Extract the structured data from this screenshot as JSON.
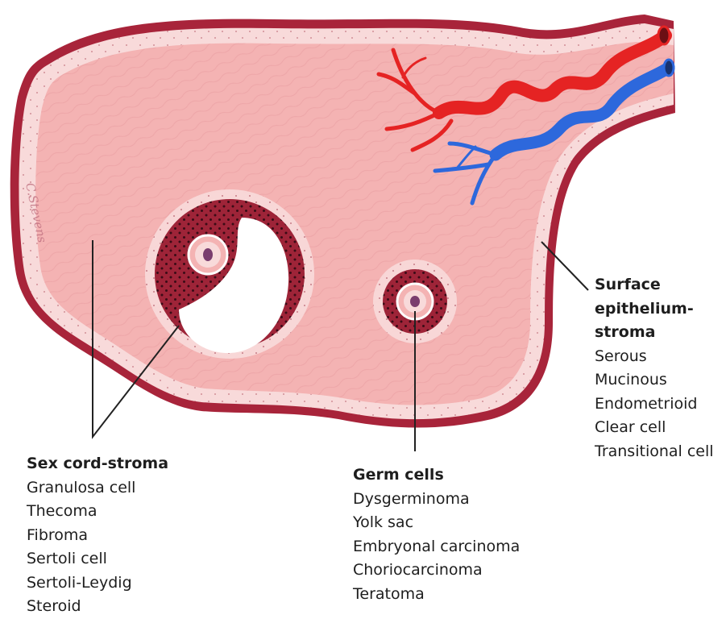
{
  "groups": {
    "sex_cord": {
      "heading": "Sex cord-stroma",
      "items": [
        "Granulosa cell",
        "Thecoma",
        "Fibroma",
        "Sertoli cell",
        "Sertoli-Leydig",
        "Steroid"
      ]
    },
    "germ": {
      "heading": "Germ cells",
      "items": [
        "Dysgerminoma",
        "Yolk sac",
        "Embryonal carcinoma",
        "Choriocarcinoma",
        "Teratoma"
      ]
    },
    "surface": {
      "heading_lines": [
        "Surface",
        "epithelium-",
        "stroma"
      ],
      "items": [
        "Serous",
        "Mucinous",
        "Endometrioid",
        "Clear cell",
        "Transitional cell"
      ]
    }
  },
  "signature": "C.Stevens",
  "colors": {
    "stroma": "#f4b3b3",
    "capsule": "#a8243a",
    "cortex": "#f8dada",
    "follicle_granulosa": "#9e2438",
    "antrum": "#ffffff",
    "oocyte_nucleus": "#7a3d6e",
    "artery": "#e52323",
    "vein": "#2d68dc",
    "leader_line": "#222222"
  }
}
